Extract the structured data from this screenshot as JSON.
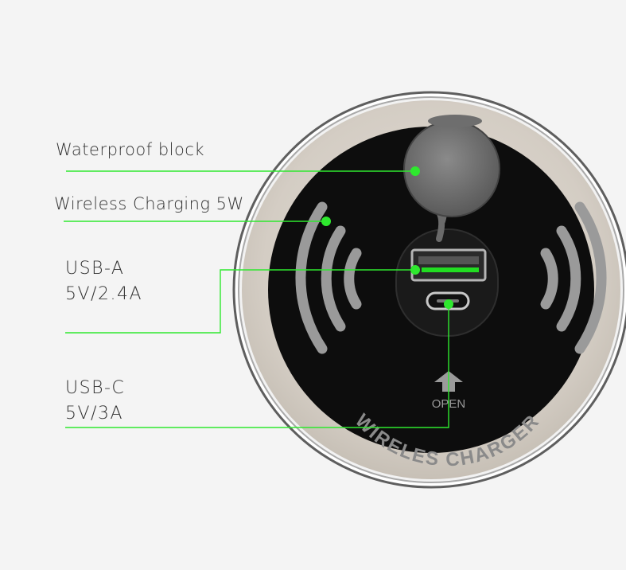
{
  "callouts": [
    {
      "id": "waterproof",
      "text": "Waterproof block"
    },
    {
      "id": "wireless",
      "text": "Wireless Charging 5W"
    },
    {
      "id": "usba",
      "line1": "USB-A",
      "line2": "5V/2.4A"
    },
    {
      "id": "usbc",
      "line1": "USB-C",
      "line2": "5V/3A"
    }
  ],
  "product": {
    "ring_text": "WIRELES CHARGER",
    "open_label": "OPEN"
  },
  "colors": {
    "background": "#f4f4f4",
    "leader_line": "#2ee82e",
    "indicator_green": "#22dd22",
    "bezel": "#d6d0c8",
    "face": "#0d0d0d",
    "wave": "#9a9a9a"
  }
}
